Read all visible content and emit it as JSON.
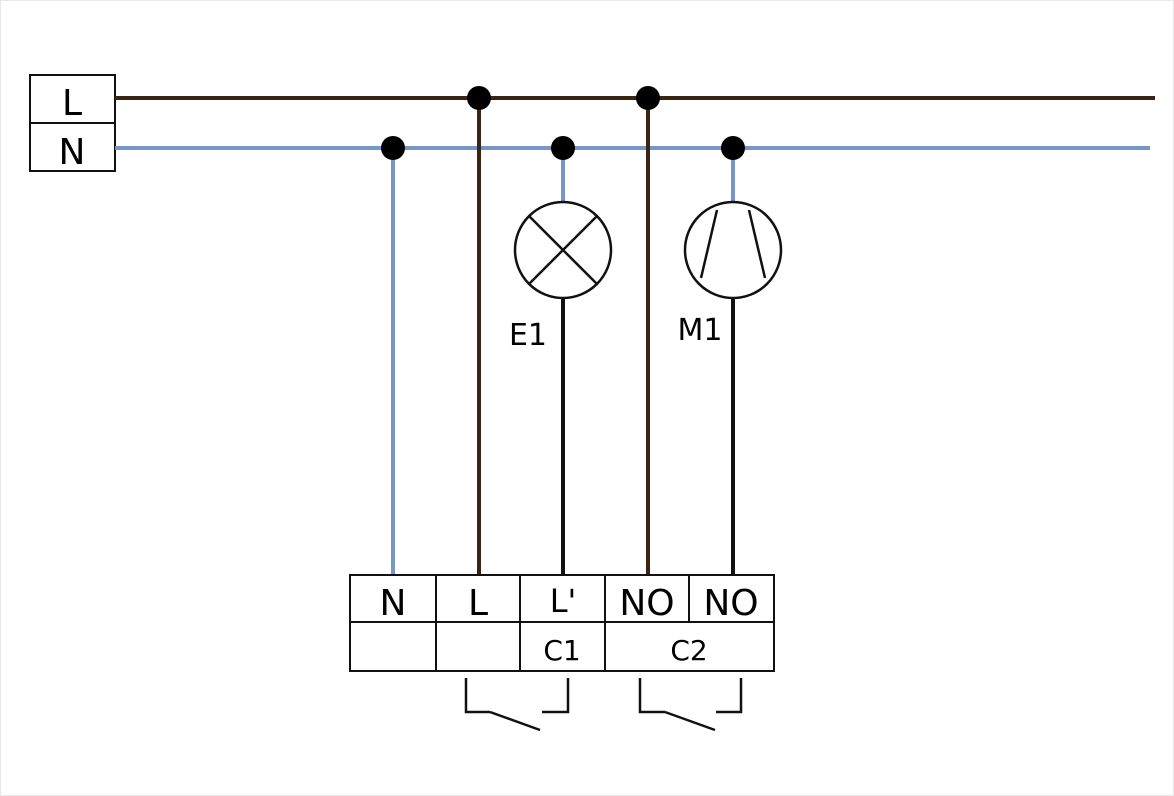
{
  "colors": {
    "live": "#3a2514",
    "neutral": "#7896c8",
    "switched": "#111111",
    "outline": "#111111"
  },
  "supply": {
    "live_label": "L",
    "neutral_label": "N"
  },
  "loads": {
    "lamp_label": "E1",
    "motor_label": "M1"
  },
  "terminals": {
    "n": "N",
    "l": "L",
    "l_prime": "L'",
    "no_1": "NO",
    "no_2": "NO",
    "contact_1": "C1",
    "contact_2": "C2"
  }
}
